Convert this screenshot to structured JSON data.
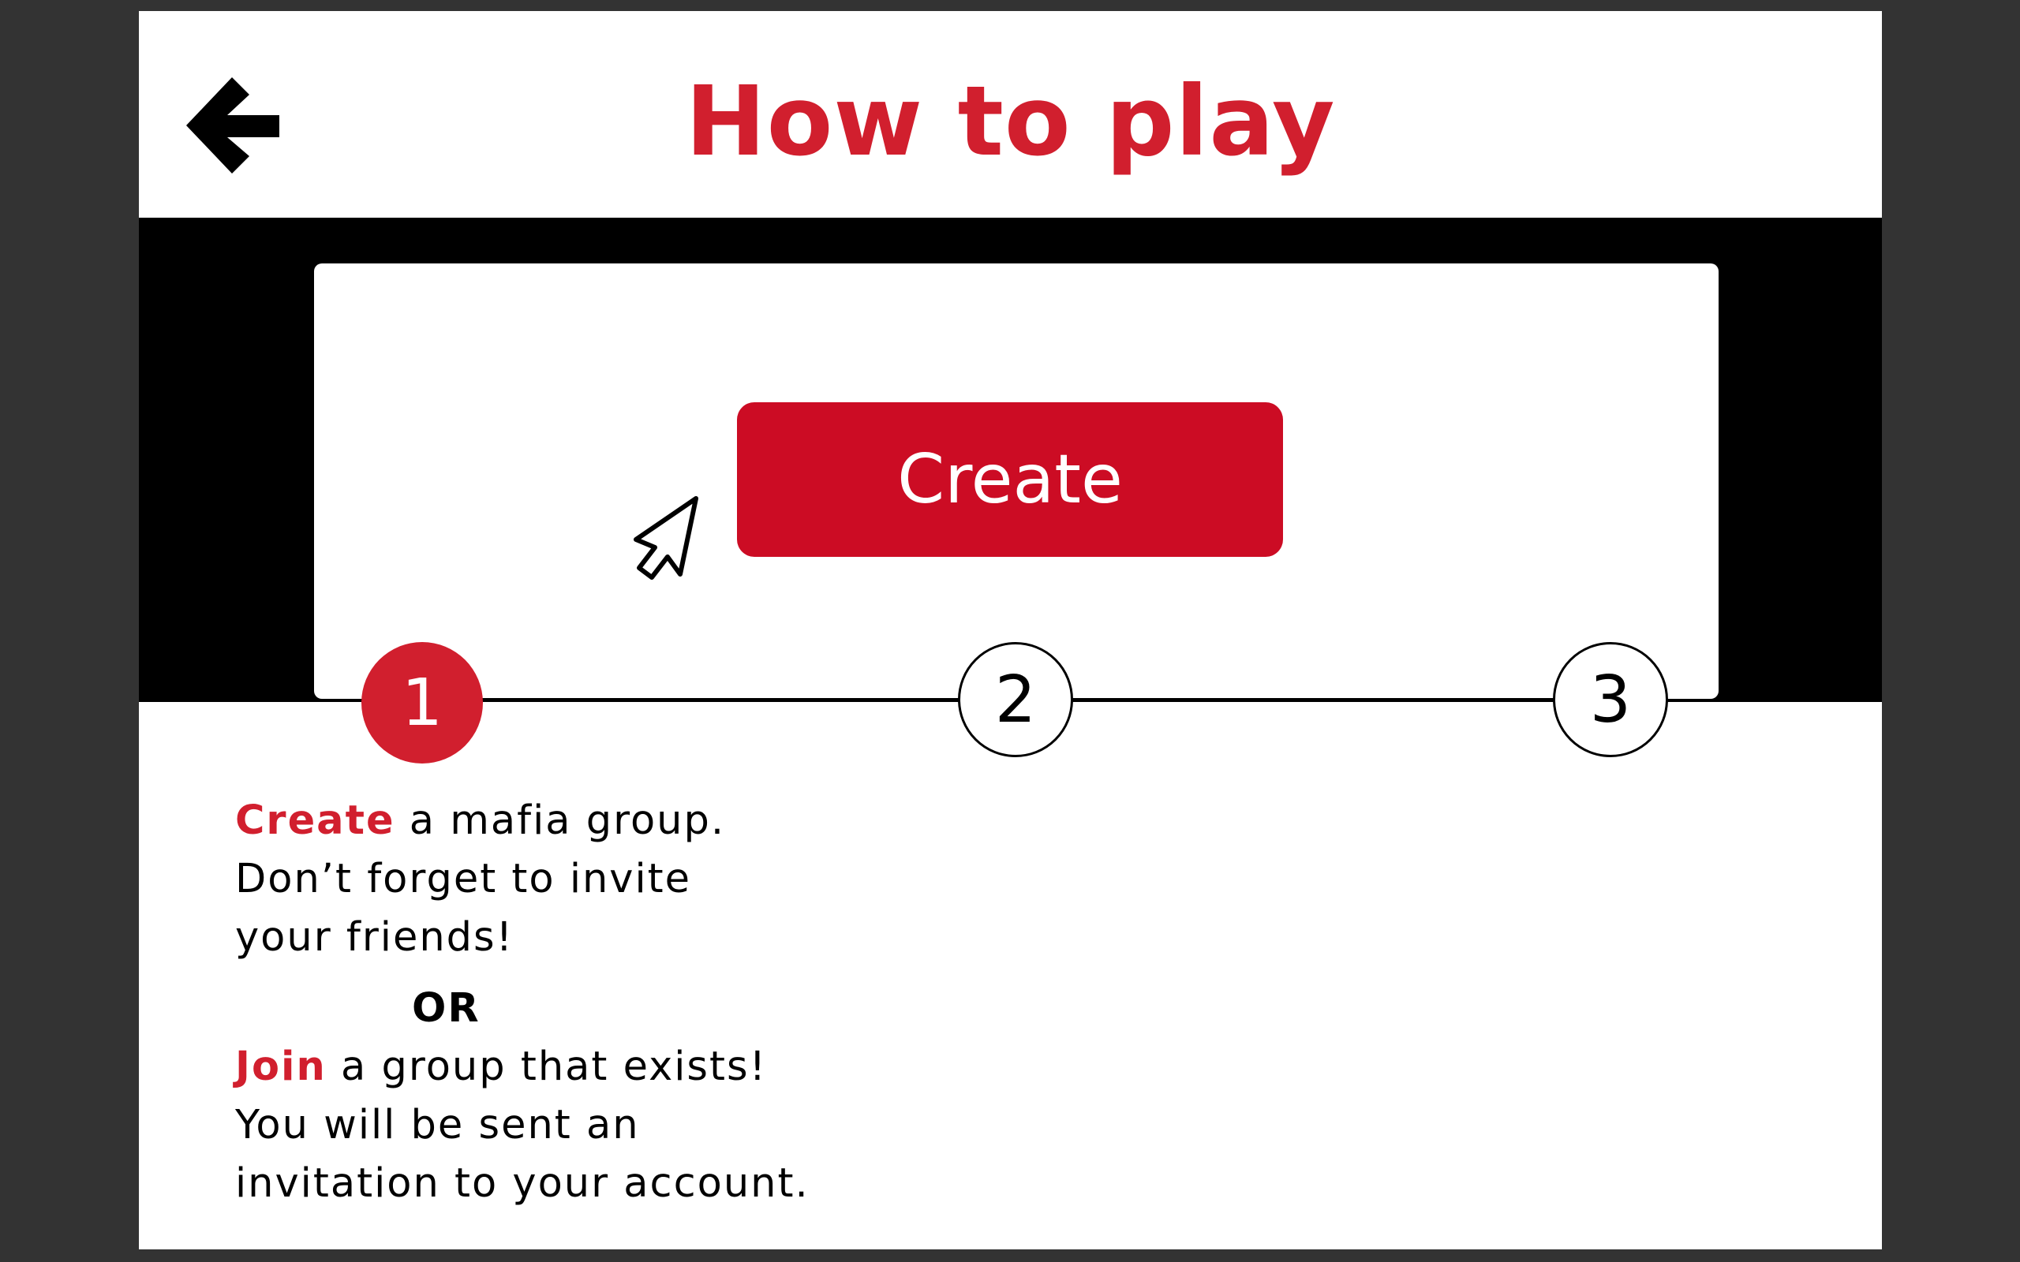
{
  "colors": {
    "accent": "#d11f2e",
    "button": "#cc0c24",
    "stage_background": "#000000",
    "outer_background": "#333333"
  },
  "header": {
    "back_icon": "arrow-left-icon",
    "title": "How to play"
  },
  "demo": {
    "button_label": "Create",
    "cursor_icon": "mouse-pointer-icon"
  },
  "stepper": {
    "active_step": 1,
    "steps": [
      "1",
      "2",
      "3"
    ]
  },
  "instructions": {
    "create_word": "Create",
    "create_rest": " a mafia group.",
    "line2": "Don’t forget to invite",
    "line3": "your friends!",
    "or": "OR",
    "join_word": "Join",
    "join_rest": " a group that exists!",
    "line5": "You will be sent an",
    "line6": "invitation to your account."
  }
}
